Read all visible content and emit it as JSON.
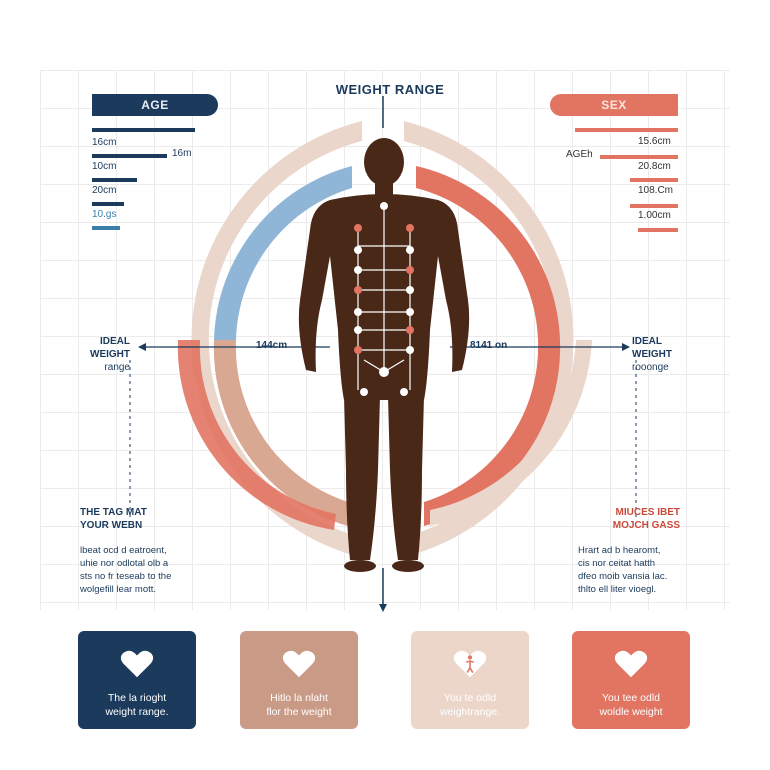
{
  "header": {
    "title": "WEIGHT RANGE",
    "age_label": "AGE",
    "sex_label": "SEX"
  },
  "left_scale": {
    "rows": [
      {
        "label": "16cm",
        "extra": "16m"
      },
      {
        "label": "10cm",
        "extra": ""
      },
      {
        "label": "20cm",
        "extra": ""
      },
      {
        "label": "10.gs",
        "extra": ""
      }
    ]
  },
  "right_scale": {
    "side_label": "AGEh",
    "rows": [
      {
        "label": "15.6cm"
      },
      {
        "label": "20.8cm"
      },
      {
        "label": "108.Cm"
      },
      {
        "label": "1.00cm"
      }
    ]
  },
  "left_panel": {
    "heading": [
      "IDEAL",
      "WEIGHT",
      "range"
    ],
    "measure": "144cm",
    "note_heading": [
      "THE TAG MAT",
      "YOUR WEBN"
    ],
    "note_body": [
      "lbeat ocd d eatroent,",
      "uhie nor odlotal olb a",
      "sts no fr teseab to the",
      "wolgefill lear mott."
    ]
  },
  "right_panel": {
    "heading": [
      "IDEAL",
      "WEIGHT",
      "rooonge"
    ],
    "measure": "8141 on",
    "note_heading": [
      "MIUCES IBET",
      "MOJCH GASS"
    ],
    "note_body": [
      "Hrart ad b hearomt,",
      "cis nor ceitat hatth",
      "dfeo moib vansia lac.",
      "thlto ell liter vioegl."
    ]
  },
  "cards": [
    {
      "text": [
        "The la rioght",
        "weight range."
      ],
      "icon": "heart-icon"
    },
    {
      "text": [
        "Hitlo la nlaht",
        "flor the weight"
      ],
      "icon": "heart-icon"
    },
    {
      "text": [
        "You te odld",
        "weightrange."
      ],
      "icon": "heart-figure-icon"
    },
    {
      "text": [
        "You tee odld",
        "woldle weight"
      ],
      "icon": "heart-icon"
    }
  ],
  "colors": {
    "navy": "#1b3a5c",
    "coral": "#e27462",
    "beige": "#ead6cb",
    "tan": "#c99a86",
    "light_blue": "#8fb6d6",
    "figure": "#4a2818"
  }
}
